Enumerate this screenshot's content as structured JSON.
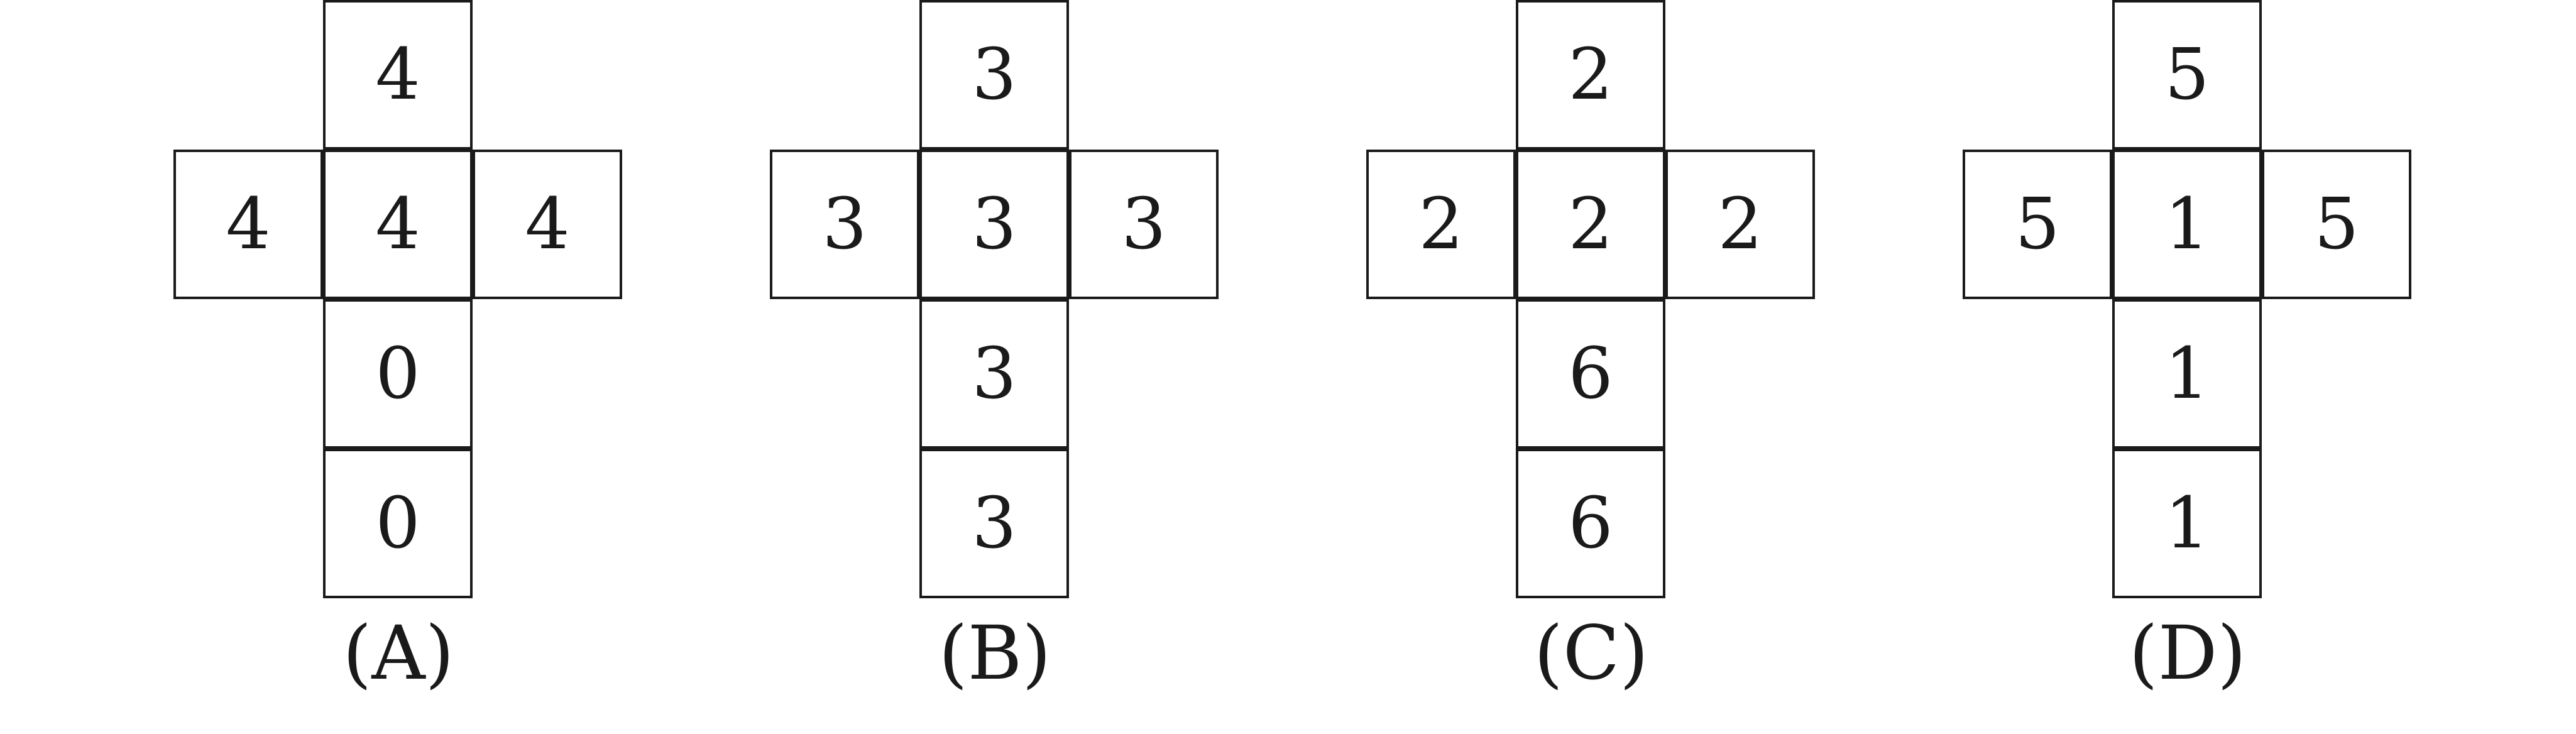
{
  "nets": [
    {
      "label": "(A)",
      "top": "4",
      "left": "4",
      "center": "4",
      "right": "4",
      "below1": "0",
      "below2": "0"
    },
    {
      "label": "(B)",
      "top": "3",
      "left": "3",
      "center": "3",
      "right": "3",
      "below1": "3",
      "below2": "3"
    },
    {
      "label": "(C)",
      "top": "2",
      "left": "2",
      "center": "2",
      "right": "2",
      "below1": "6",
      "below2": "6"
    },
    {
      "label": "(D)",
      "top": "5",
      "left": "5",
      "center": "1",
      "right": "5",
      "below1": "1",
      "below2": "1"
    }
  ]
}
